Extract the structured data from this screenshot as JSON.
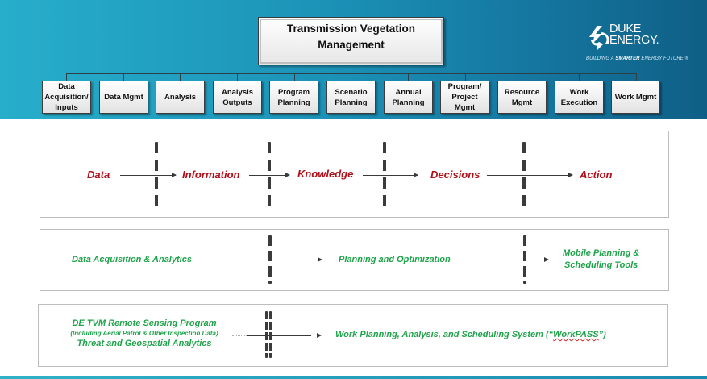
{
  "header": {
    "title_line1": "Transmission Vegetation",
    "title_line2": "Management",
    "children": [
      {
        "label": "Data\nAcquisition/\nInputs"
      },
      {
        "label": "Data Mgmt"
      },
      {
        "label": "Analysis"
      },
      {
        "label": "Analysis\nOutputs"
      },
      {
        "label": "Program\nPlanning"
      },
      {
        "label": "Scenario\nPlanning"
      },
      {
        "label": "Annual\nPlanning"
      },
      {
        "label": "Program/\nProject\nMgmt"
      },
      {
        "label": "Resource\nMgmt"
      },
      {
        "label": "Work\nExecution"
      },
      {
        "label": "Work Mgmt"
      }
    ],
    "logo": {
      "icon": "duke-energy-logo-icon",
      "name": "DUKE\nENERGY.",
      "tagline_pre": "BUILDING A ",
      "tagline_bold": "SMARTER",
      "tagline_post": " ENERGY FUTURE ®"
    },
    "colors": {
      "gradient_start": "#27aecb",
      "gradient_end": "#0f5f86"
    }
  },
  "flow_panel": {
    "stages": [
      "Data",
      "Information",
      "Knowledge",
      "Decisions",
      "Action"
    ],
    "color": "#b01019"
  },
  "program_panel": {
    "stages": [
      "Data Acquisition & Analytics",
      "Planning and Optimization",
      "Mobile Planning &\nScheduling Tools"
    ],
    "color": "#1fa34a"
  },
  "systems_panel": {
    "left_line1": "DE TVM Remote Sensing Program",
    "left_line2": "(Including Aerial Patrol & Other Inspection Data)",
    "left_line3": "Threat and Geospatial Analytics",
    "right_pre": "Work Planning, Analysis, and Scheduling System (“",
    "right_name": "WorkPASS",
    "right_post": "”)",
    "color": "#1fa34a"
  }
}
